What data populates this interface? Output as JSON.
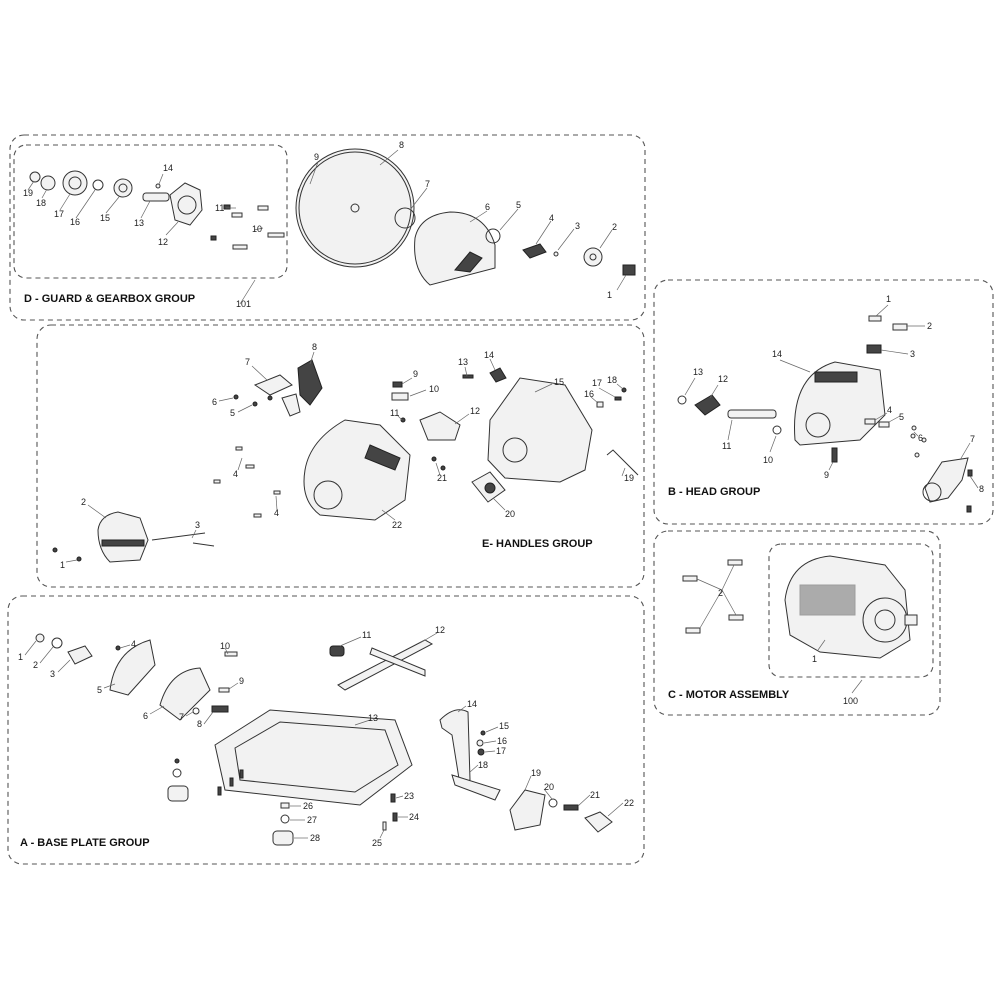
{
  "groups": {
    "D": {
      "title": "D - GUARD & GEARBOX GROUP",
      "ref": "101",
      "labels": [
        "19",
        "18",
        "17",
        "16",
        "15",
        "14",
        "13",
        "12",
        "11",
        "10",
        "9",
        "8",
        "7",
        "6",
        "5",
        "4",
        "3",
        "2",
        "1"
      ]
    },
    "E": {
      "title": "E- HANDLES GROUP",
      "labels": [
        "7",
        "8",
        "6",
        "5",
        "4",
        "4",
        "2",
        "3",
        "1",
        "22",
        "9",
        "10",
        "11",
        "12",
        "13",
        "14",
        "15",
        "16",
        "17",
        "18",
        "21",
        "20",
        "19"
      ]
    },
    "A": {
      "title": "A - BASE PLATE GROUP",
      "labels": [
        "1",
        "2",
        "3",
        "4",
        "5",
        "6",
        "7",
        "8",
        "9",
        "10",
        "11",
        "12",
        "13",
        "14",
        "15",
        "16",
        "17",
        "18",
        "19",
        "20",
        "21",
        "22",
        "23",
        "24",
        "25",
        "26",
        "27",
        "28"
      ]
    },
    "B": {
      "title": "B - HEAD GROUP",
      "labels": [
        "1",
        "2",
        "3",
        "14",
        "13",
        "12",
        "11",
        "10",
        "9",
        "4",
        "5",
        "6",
        "7",
        "8"
      ]
    },
    "C": {
      "title": "C - MOTOR ASSEMBLY",
      "ref": "100",
      "labels": [
        "2",
        "1"
      ]
    }
  }
}
